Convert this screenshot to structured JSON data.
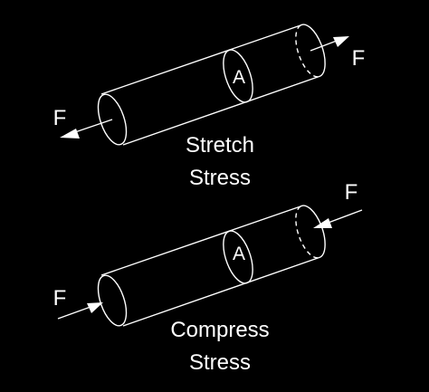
{
  "colors": {
    "background": "#000000",
    "stroke": "#ffffff"
  },
  "stretch": {
    "force_left": "F",
    "force_right": "F",
    "area_label": "A",
    "caption_line1": "Stretch",
    "caption_line2": "Stress"
  },
  "compress": {
    "force_left": "F",
    "force_right": "F",
    "area_label": "A",
    "caption_line1": "Compress",
    "caption_line2": "Stress"
  }
}
